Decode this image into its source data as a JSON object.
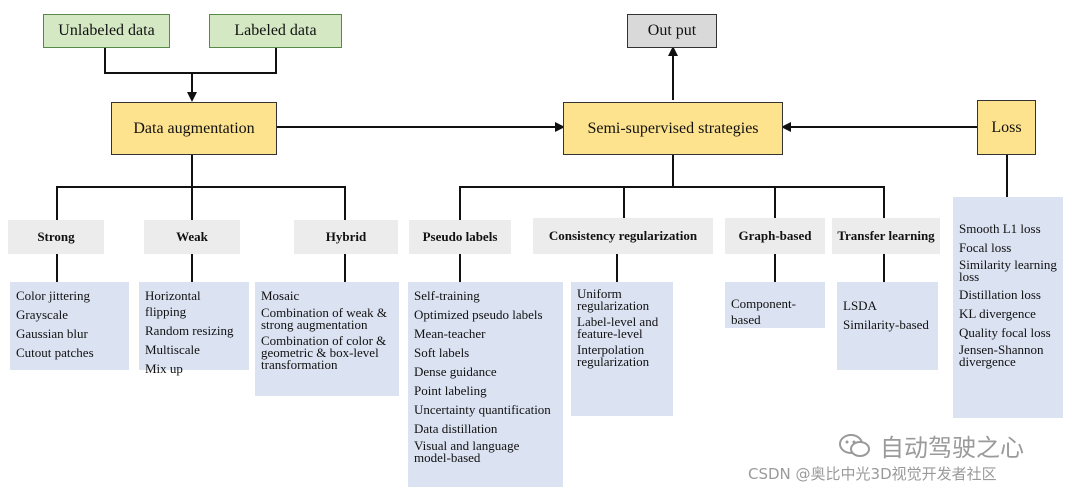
{
  "top": {
    "unlabeled": "Unlabeled data",
    "labeled": "Labeled data",
    "output": "Out put"
  },
  "main": {
    "augmentation": "Data augmentation",
    "strategies": "Semi-supervised strategies",
    "loss": "Loss"
  },
  "categories": {
    "strong": "Strong",
    "weak": "Weak",
    "hybrid": "Hybrid",
    "pseudo": "Pseudo labels",
    "consistency": "Consistency regularization",
    "graph": "Graph-based",
    "transfer": "Transfer learning"
  },
  "leaves": {
    "strong": [
      "Color jittering",
      "Grayscale",
      "Gaussian blur",
      "Cutout patches"
    ],
    "weak": [
      "Horizontal flipping",
      "Random resizing",
      "Multiscale",
      "Mix up"
    ],
    "hybrid": [
      "Mosaic",
      "Combination of weak & strong augmentation",
      "Combination of color & geometric & box-level transformation"
    ],
    "pseudo": [
      "Self-training",
      "Optimized pseudo labels",
      "Mean-teacher",
      "Soft labels",
      "Dense guidance",
      "Point labeling",
      "Uncertainty quantification",
      "Data distillation",
      "Visual and language model-based"
    ],
    "consistency": [
      "Uniform regularization",
      "Label-level and feature-level",
      "Interpolation regularization"
    ],
    "graph": [
      "Component-based"
    ],
    "transfer": [
      "LSDA",
      "Similarity-based"
    ],
    "loss": [
      "Smooth L1 loss",
      "Focal loss",
      "Similarity learning loss",
      "Distillation loss",
      "KL divergence",
      "Quality focal loss",
      "Jensen-Shannon divergence"
    ]
  },
  "watermark": {
    "brand": "自动驾驶之心",
    "csdn": "CSDN @奥比中光3D视觉开发者社区"
  }
}
